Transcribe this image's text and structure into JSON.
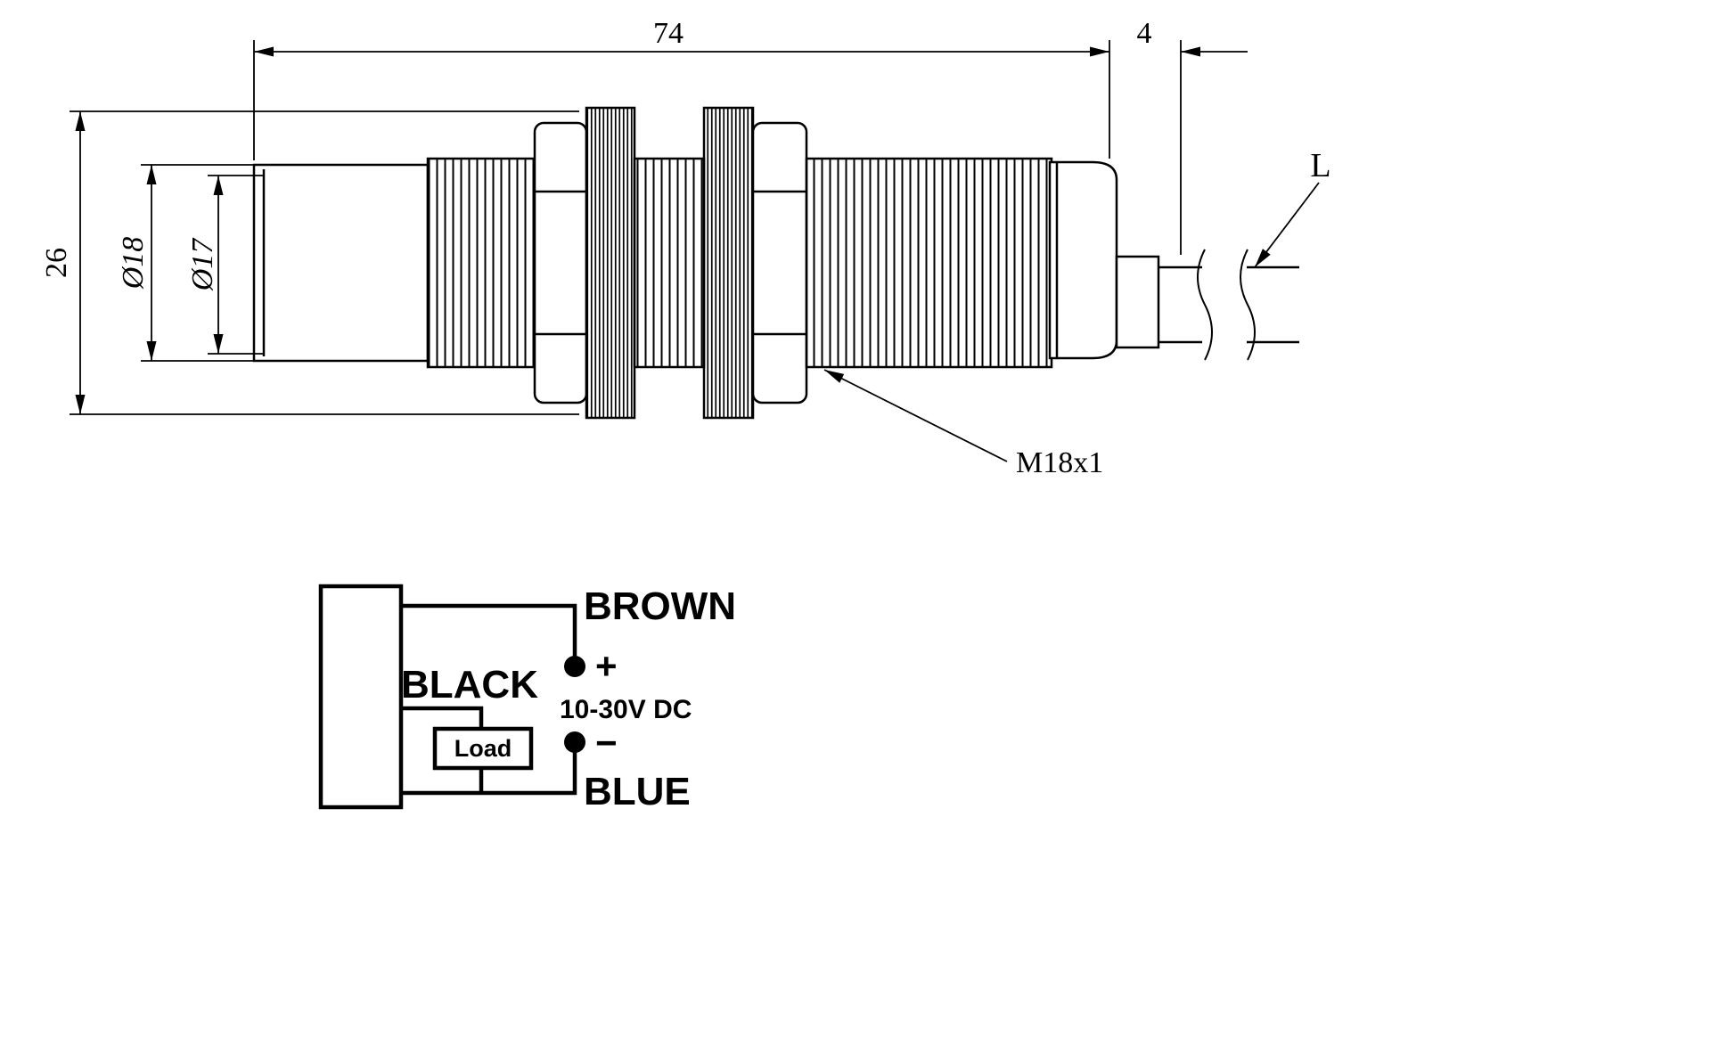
{
  "title": "M18 threaded proximity sensor dimension drawing with wiring diagram",
  "drawing": {
    "dim_length_body": "74",
    "dim_length_step": "4",
    "dim_nut_height": "26",
    "dim_dia_outer": "Ø18",
    "dim_dia_inner": "Ø17",
    "thread_label": "M18x1",
    "cable_length_label": "L"
  },
  "wiring": {
    "wire_brown": "BROWN",
    "terminal_plus": "+",
    "supply_voltage": "10-30V DC",
    "terminal_minus": "−",
    "wire_blue": "BLUE",
    "wire_black": "BLACK",
    "load": "Load"
  },
  "colors": {
    "line": "#000000",
    "background": "#ffffff"
  }
}
